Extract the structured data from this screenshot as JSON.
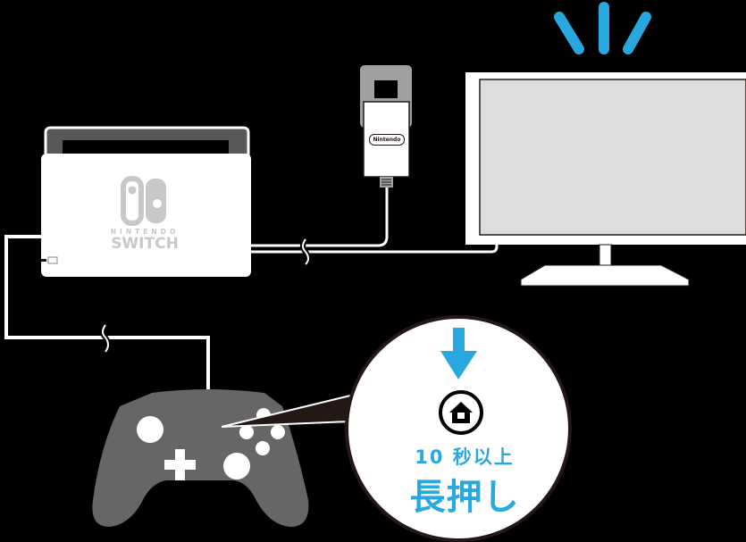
{
  "diagram": {
    "title": "Nintendo Switch dock connected to TV with wired controller",
    "components": {
      "dock": {
        "brand_line1": "NINTENDO",
        "brand_line2": "SWITCH",
        "port_icon": "hdmi-port-icon"
      },
      "ac_adapter": {
        "brand": "Nintendo"
      },
      "tv": {
        "status_icon": "tv-signal-icon"
      },
      "controller": {
        "type": "wired-controller"
      }
    },
    "callout": {
      "arrow_icon": "down-arrow-icon",
      "button_icon": "home-button-icon",
      "duration_text": "10 秒以上",
      "action_text": "長押し"
    },
    "colors": {
      "background": "#000000",
      "accent_blue": "#29a8e0",
      "device_white": "#ffffff",
      "screen_gray": "#dcdddd",
      "controller_gray": "#666666",
      "dock_dark": "#595757",
      "logo_gray": "#c8c8c8",
      "outline": "#231815"
    }
  }
}
